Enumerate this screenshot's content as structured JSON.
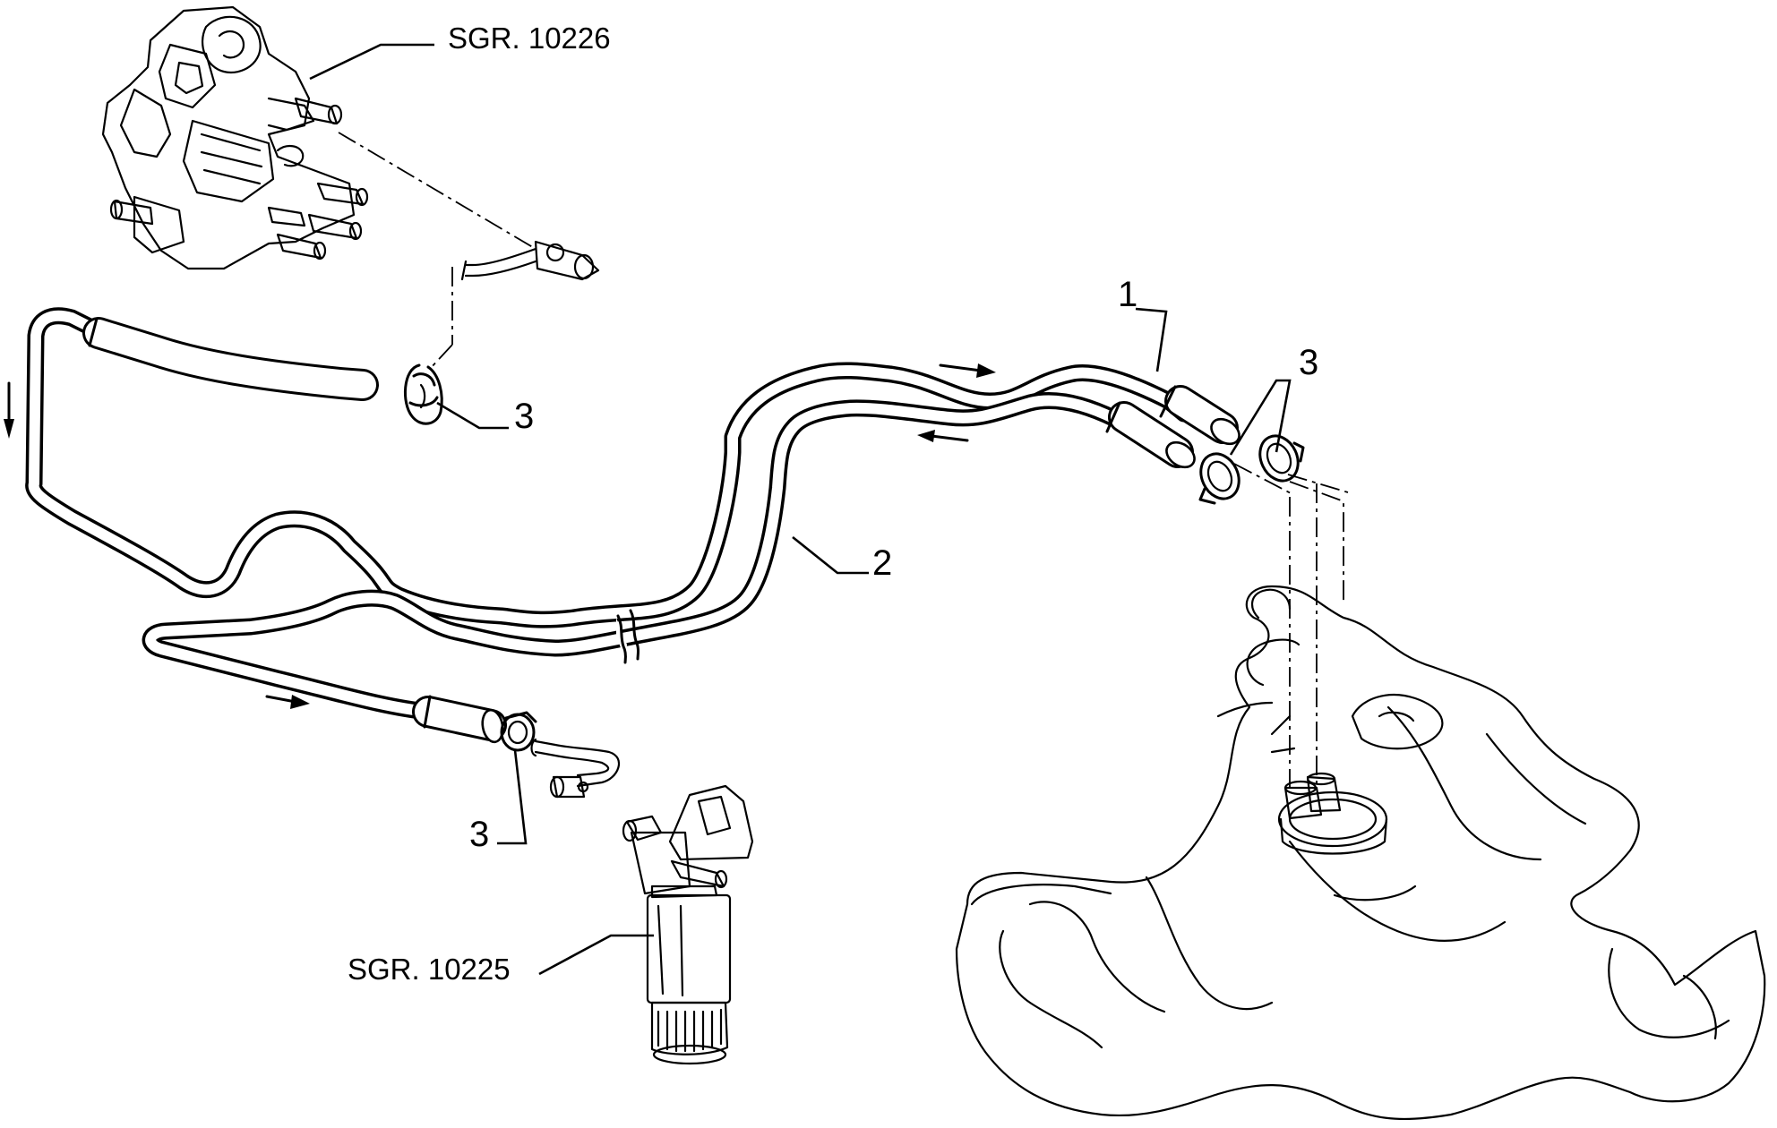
{
  "labels": {
    "pump_ref": "SGR. 10226",
    "filter_ref": "SGR. 10225",
    "part_1": "1",
    "part_2": "2",
    "clip_upper_left": "3",
    "clip_right": "3",
    "clip_lower": "3"
  },
  "icons": {
    "injection_pump": "injection-pump-drawing",
    "fuel_filter": "fuel-filter-drawing",
    "fuel_tank": "fuel-tank-drawing",
    "flow_arrow": "flow-arrow"
  },
  "colors": {
    "ink": "#000000",
    "paper": "#ffffff"
  }
}
